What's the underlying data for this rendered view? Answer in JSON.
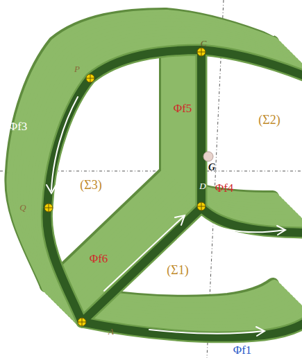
{
  "diagram": {
    "labels": [
      "C",
      "P",
      "Q",
      "A",
      "D",
      "G",
      "Φf5",
      "Φf4",
      "Φf6",
      "Φf3",
      "Φf1",
      "(Σ2)",
      "(Σ3)",
      "(Σ1)"
    ]
  }
}
